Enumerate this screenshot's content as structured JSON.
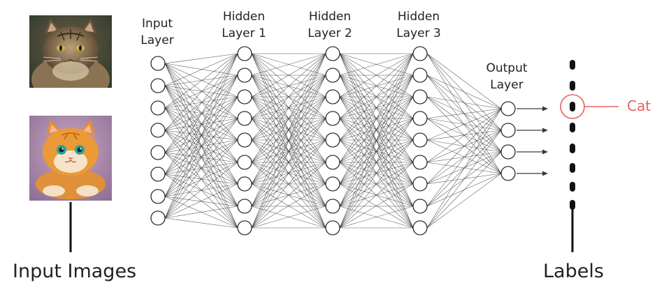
{
  "layers": [
    {
      "line1": "Input",
      "line2": "Layer",
      "nodes": 8
    },
    {
      "line1": "Hidden",
      "line2": "Layer 1",
      "nodes": 9
    },
    {
      "line1": "Hidden",
      "line2": "Layer 2",
      "nodes": 9
    },
    {
      "line1": "Hidden",
      "line2": "Layer 3",
      "nodes": 9
    },
    {
      "line1": "Output",
      "line2": "Layer",
      "nodes": 4
    }
  ],
  "output_label": "Cat",
  "input_images_label": "Input Images",
  "labels_label": "Labels",
  "colors": {
    "lines": "#3a3a3a",
    "node_stroke": "#2a2a2a",
    "highlight": "#e86060"
  },
  "images": [
    {
      "name": "fluffy-tabby-cat-photo"
    },
    {
      "name": "orange-cartoon-cat-painting"
    }
  ]
}
